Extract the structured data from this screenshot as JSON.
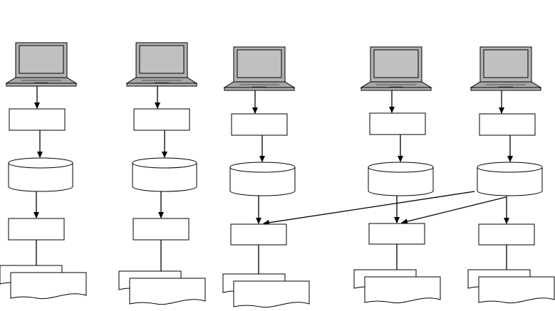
{
  "diagram": {
    "columns": [
      {
        "id": "col-1",
        "has_laptop": true,
        "has_process_box_1": true,
        "has_database": true,
        "has_process_box_2": true,
        "has_documents": true
      },
      {
        "id": "col-2",
        "has_laptop": true,
        "has_process_box_1": true,
        "has_database": true,
        "has_process_box_2": true,
        "has_documents": true
      },
      {
        "id": "col-3",
        "has_laptop": true,
        "has_process_box_1": true,
        "has_database": true,
        "has_process_box_2": true,
        "has_documents": true
      },
      {
        "id": "col-4",
        "has_laptop": true,
        "has_process_box_1": true,
        "has_database": true,
        "has_process_box_2": true,
        "has_documents": true
      },
      {
        "id": "col-5",
        "has_laptop": true,
        "has_process_box_1": true,
        "has_database": true,
        "has_process_box_2": true,
        "has_documents": true
      }
    ],
    "cross_links": [
      {
        "from": "col-5-database",
        "to": "col-3-process-box-2"
      },
      {
        "from": "col-5-database",
        "to": "col-4-process-box-2"
      }
    ],
    "colors": {
      "stroke": "#000000",
      "laptop_body": "#b3b3b3",
      "laptop_screen": "#c0c0c0",
      "laptop_base": "#a6a6a6",
      "fill": "#ffffff"
    },
    "icons": [
      "laptop-icon",
      "database-icon",
      "document-stack-icon"
    ]
  }
}
